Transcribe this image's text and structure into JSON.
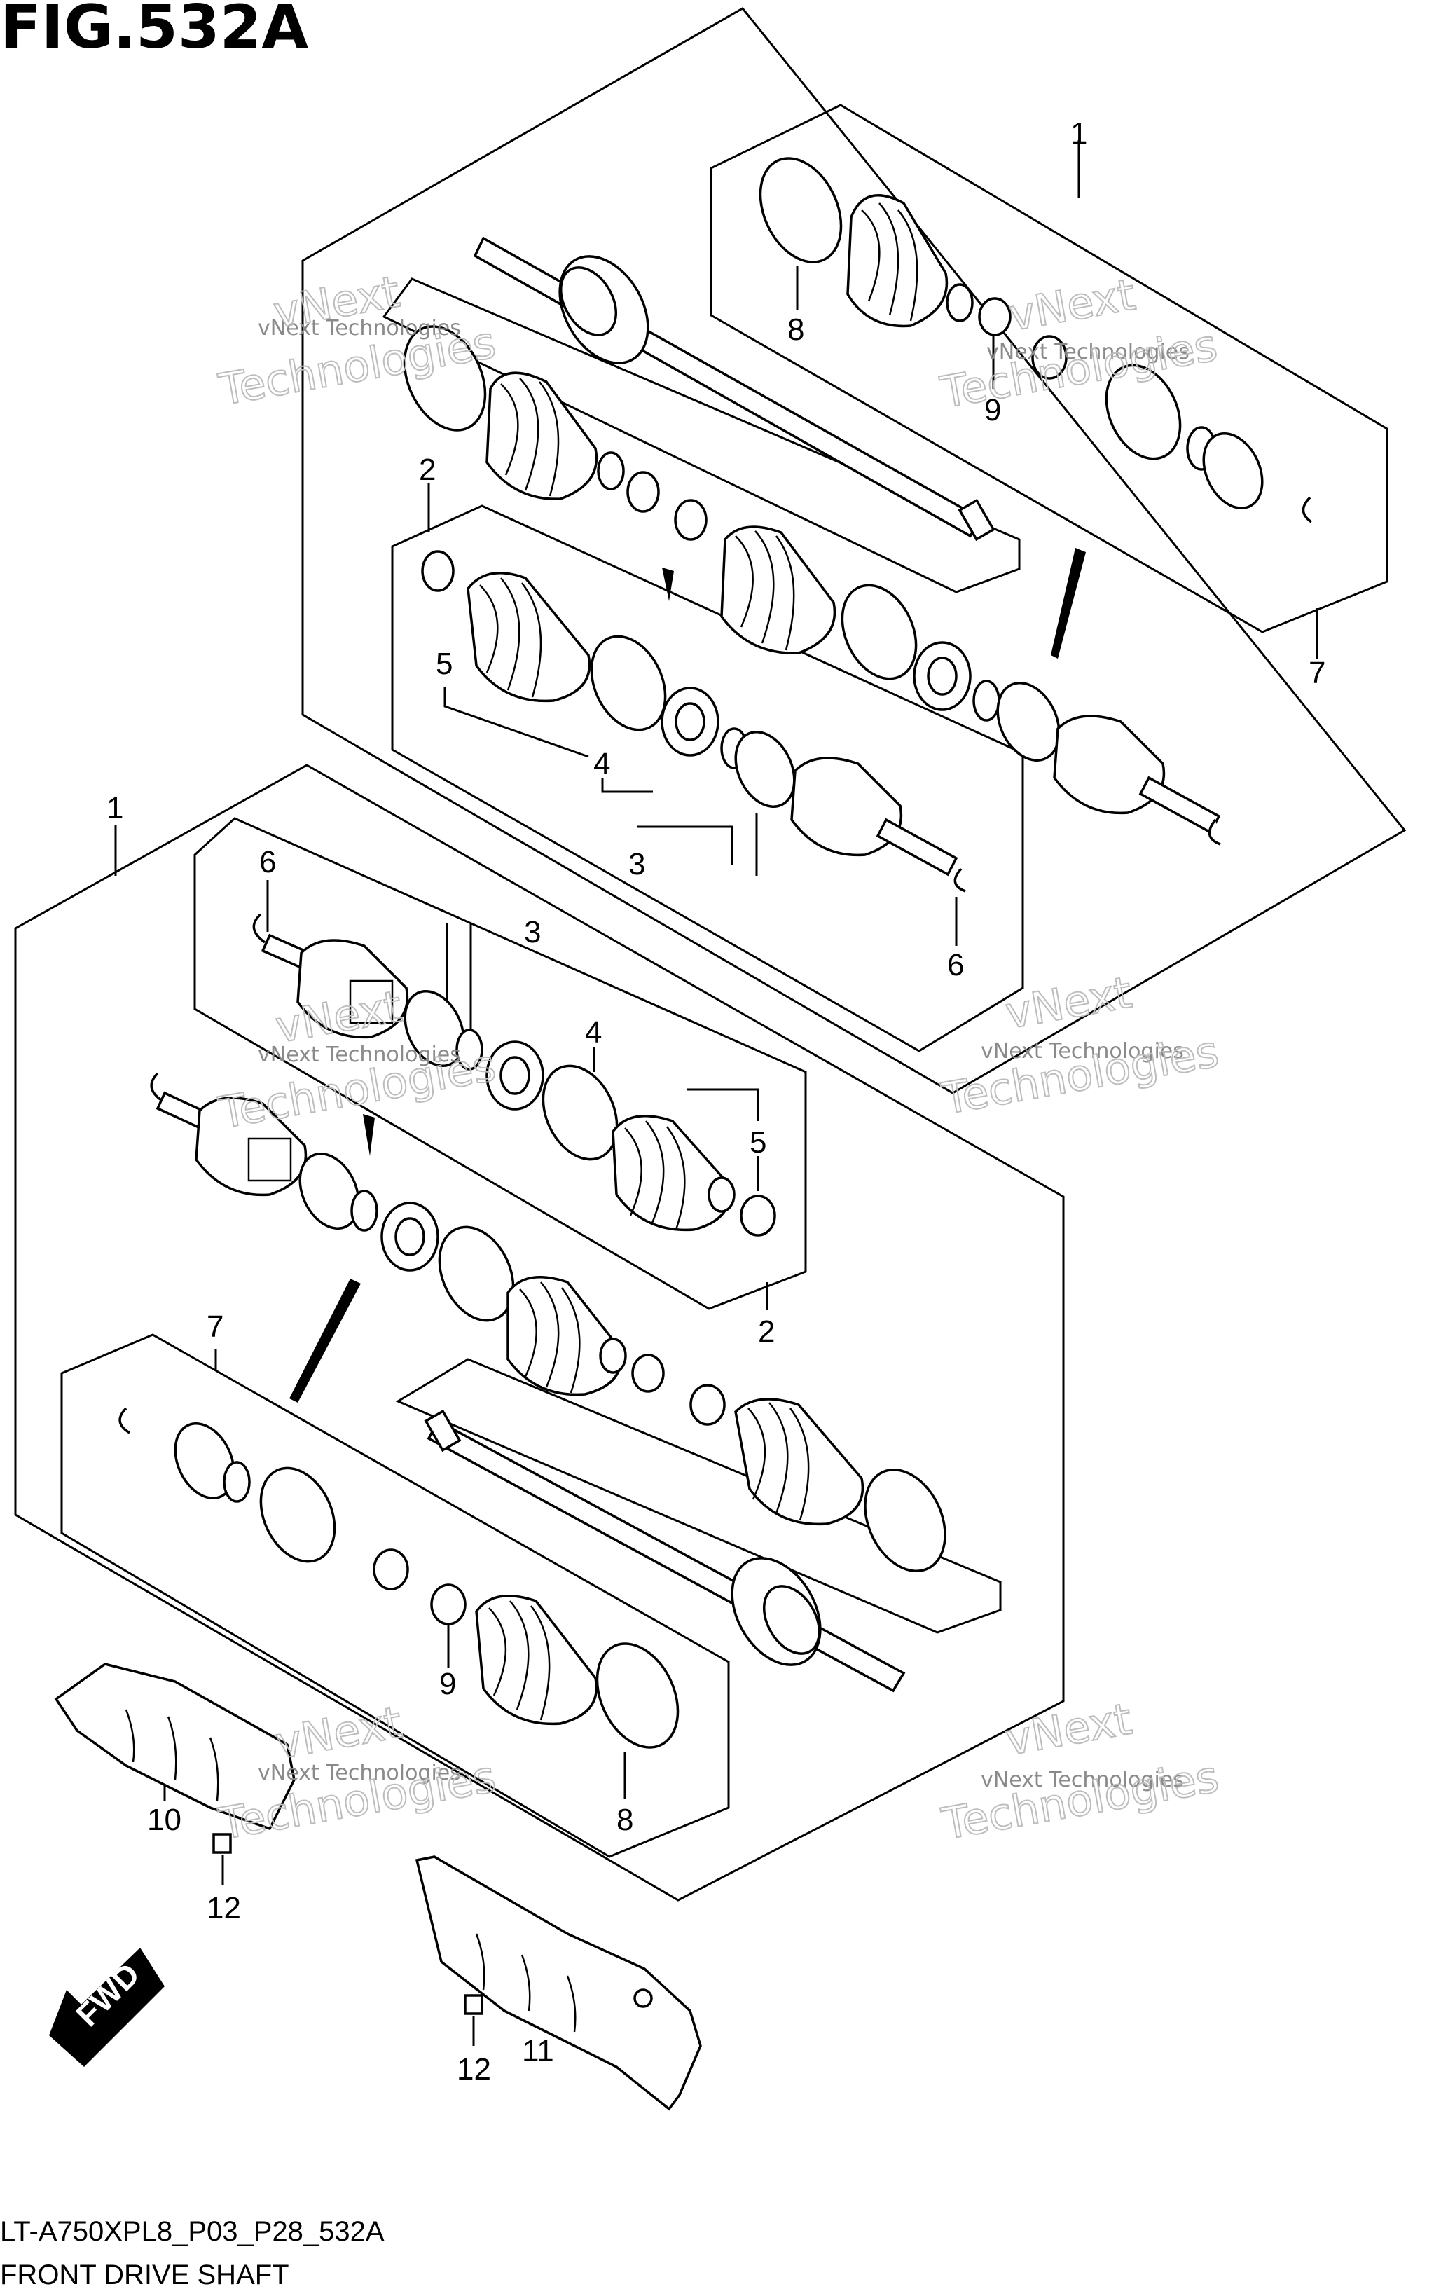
{
  "figure": {
    "title": "FIG.532A",
    "code": "LT-A750XPL8_P03_P28_532A",
    "name": "FRONT DRIVE SHAFT"
  },
  "watermark": {
    "small": "vNext Technologies",
    "big": "Technologies",
    "sub": "vNext"
  },
  "fwd_label": "FWD",
  "callouts": [
    {
      "id": "c-upper-1",
      "text": "1"
    },
    {
      "id": "c-upper-8",
      "text": "8"
    },
    {
      "id": "c-upper-9",
      "text": "9"
    },
    {
      "id": "c-upper-7",
      "text": "7"
    },
    {
      "id": "c-upper-2",
      "text": "2"
    },
    {
      "id": "c-upper-5",
      "text": "5"
    },
    {
      "id": "c-upper-4",
      "text": "4"
    },
    {
      "id": "c-upper-3",
      "text": "3"
    },
    {
      "id": "c-upper-6",
      "text": "6"
    },
    {
      "id": "c-lower-1",
      "text": "1"
    },
    {
      "id": "c-lower-6",
      "text": "6"
    },
    {
      "id": "c-lower-3",
      "text": "3"
    },
    {
      "id": "c-lower-4",
      "text": "4"
    },
    {
      "id": "c-lower-5",
      "text": "5"
    },
    {
      "id": "c-lower-2",
      "text": "2"
    },
    {
      "id": "c-lower-7",
      "text": "7"
    },
    {
      "id": "c-lower-9",
      "text": "9"
    },
    {
      "id": "c-lower-8",
      "text": "8"
    },
    {
      "id": "c-10",
      "text": "10"
    },
    {
      "id": "c-12a",
      "text": "12"
    },
    {
      "id": "c-11",
      "text": "11"
    },
    {
      "id": "c-12b",
      "text": "12"
    }
  ]
}
